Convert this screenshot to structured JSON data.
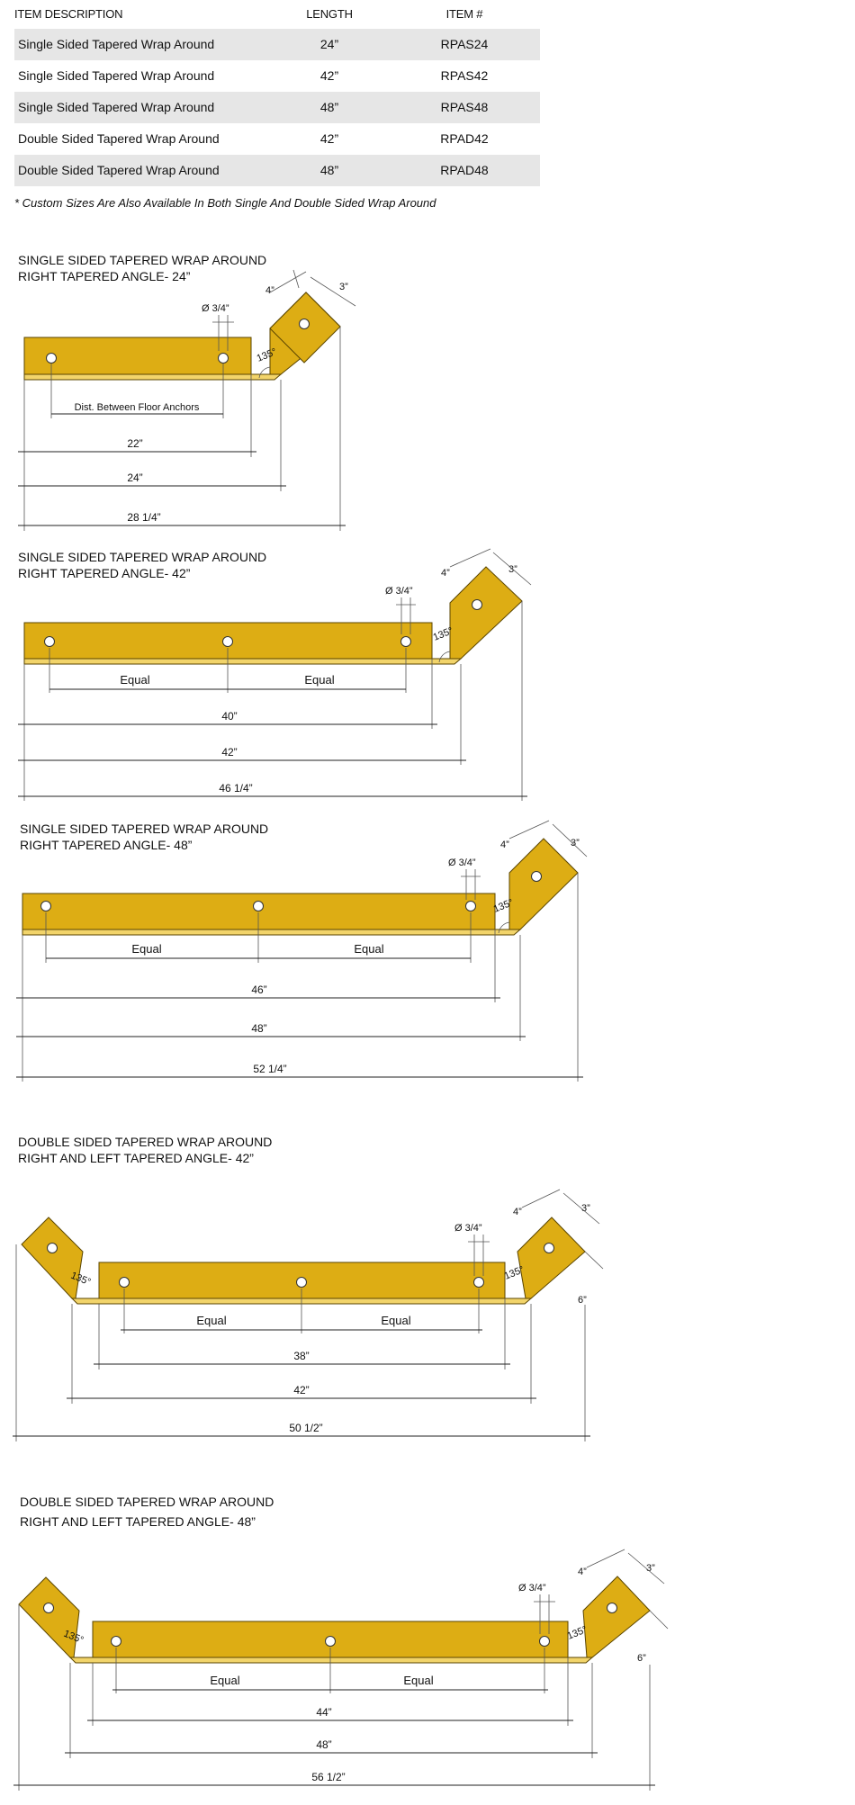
{
  "table": {
    "headers": {
      "description": "ITEM DESCRIPTION",
      "length": "LENGTH",
      "item": "ITEM #"
    },
    "rows": [
      {
        "description": "Single Sided Tapered Wrap Around",
        "length": "24”",
        "item": "RPAS24"
      },
      {
        "description": "Single Sided Tapered Wrap Around",
        "length": "42”",
        "item": "RPAS42"
      },
      {
        "description": "Single Sided Tapered Wrap Around",
        "length": "48”",
        "item": "RPAS48"
      },
      {
        "description": "Double Sided Tapered Wrap Around",
        "length": "42”",
        "item": "RPAD42"
      },
      {
        "description": "Double Sided Tapered Wrap Around",
        "length": "48”",
        "item": "RPAD48"
      }
    ],
    "footnote": "* Custom Sizes Are Also Available In Both Single And Double Sided Wrap Around"
  },
  "colors": {
    "bar": "#DDAD14",
    "bar_base": "#F2D46A",
    "table_shade": "#e6e6e6"
  },
  "diagrams": [
    {
      "title_line1": "SINGLE SIDED TAPERED WRAP AROUND",
      "title_line2": "RIGHT TAPERED ANGLE- 24”",
      "hole": "Ø 3/4”",
      "angle": "135°",
      "wing_width": "4”",
      "wing_depth": "3”",
      "spacing_label": "Dist. Between Floor Anchors",
      "dim_anchor": "22”",
      "dim_length": "24”",
      "dim_overall": "28 1/4”"
    },
    {
      "title_line1": "SINGLE SIDED TAPERED WRAP AROUND",
      "title_line2": "RIGHT TAPERED ANGLE- 42”",
      "hole": "Ø 3/4”",
      "angle": "135°",
      "wing_width": "4”",
      "wing_depth": "3”",
      "spacing_left": "Equal",
      "spacing_right": "Equal",
      "dim_anchor": "40”",
      "dim_length": "42”",
      "dim_overall": "46 1/4”"
    },
    {
      "title_line1": "SINGLE SIDED TAPERED WRAP AROUND",
      "title_line2": "RIGHT TAPERED ANGLE- 48”",
      "hole": "Ø 3/4”",
      "angle": "135°",
      "wing_width": "4”",
      "wing_depth": "3”",
      "spacing_left": "Equal",
      "spacing_right": "Equal",
      "dim_anchor": "46”",
      "dim_length": "48”",
      "dim_overall": "52 1/4”"
    },
    {
      "title_line1": "DOUBLE SIDED TAPERED WRAP AROUND",
      "title_line2": "RIGHT AND LEFT TAPERED ANGLE- 42”",
      "hole": "Ø 3/4”",
      "angle": "135°",
      "wing_width": "4”",
      "wing_depth": "3”",
      "wing_diag": "6”",
      "spacing_left": "Equal",
      "spacing_right": "Equal",
      "dim_anchor": "38”",
      "dim_length": "42”",
      "dim_overall": "50 1/2”"
    },
    {
      "title_line1": "DOUBLE SIDED TAPERED WRAP AROUND",
      "title_line2": "RIGHT AND LEFT TAPERED ANGLE- 48”",
      "hole": "Ø 3/4”",
      "angle": "135°",
      "wing_width": "4”",
      "wing_depth": "3”",
      "wing_diag": "6”",
      "spacing_left": "Equal",
      "spacing_right": "Equal",
      "dim_anchor": "44”",
      "dim_length": "48”",
      "dim_overall": "56 1/2”"
    }
  ]
}
